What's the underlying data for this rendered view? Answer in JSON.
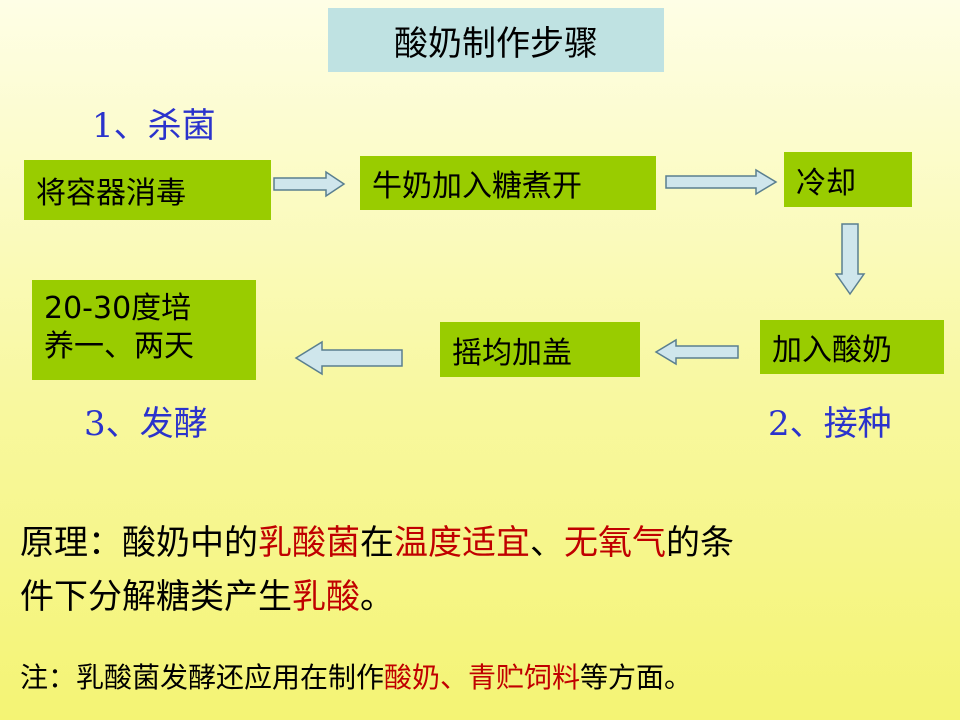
{
  "title": "酸奶制作步骤",
  "steps": {
    "sterilize": "1、杀菌",
    "inoculate": "2、接种",
    "ferment": "3、发酵"
  },
  "boxes": {
    "disinfect": "将容器消毒",
    "boil": "牛奶加入糖煮开",
    "cool": "冷却",
    "add_yogurt": "加入酸奶",
    "shake": "摇均加盖",
    "incubate_line1": "20-30度培",
    "incubate_line2": "养一、两天"
  },
  "principle": {
    "line1_a": "原理：酸奶中的",
    "line1_b": "乳酸菌",
    "line1_c": "在",
    "line1_d": "温度适宜",
    "line1_e": "、",
    "line1_f": "无氧气",
    "line1_g": "的条",
    "line2_a": "件下分解糖类产生",
    "line2_b": "乳酸",
    "line2_c": "。"
  },
  "note": {
    "a": "注：乳酸菌发酵还应用在制作",
    "b": "酸奶、青贮饲料",
    "c": "等方面。"
  },
  "colors": {
    "box_fill": "#99cc00",
    "title_fill": "#bfe2e2",
    "step_label": "#2b33cc",
    "highlight": "#c00000"
  }
}
